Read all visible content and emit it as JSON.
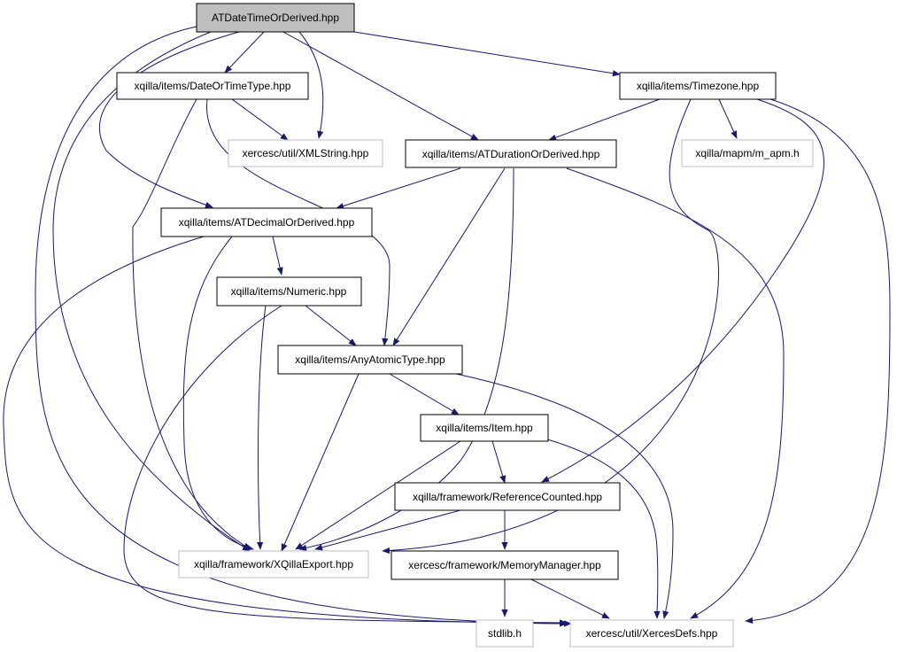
{
  "colors": {
    "edge": "#191970",
    "root_fill": "#bfbfbf",
    "linked_border": "#000000",
    "external_border": "#bfbfbf",
    "label": "#000000"
  },
  "nodes": {
    "root": {
      "label": "ATDateTimeOrDerived.hpp",
      "kind": "root"
    },
    "dateortime": {
      "label": "xqilla/items/DateOrTimeType.hpp",
      "kind": "linked"
    },
    "timezone": {
      "label": "xqilla/items/Timezone.hpp",
      "kind": "linked"
    },
    "xmlstring": {
      "label": "xercesc/util/XMLString.hpp",
      "kind": "external"
    },
    "atduration": {
      "label": "xqilla/items/ATDurationOrDerived.hpp",
      "kind": "linked"
    },
    "mapm": {
      "label": "xqilla/mapm/m_apm.h",
      "kind": "external"
    },
    "atdecimal": {
      "label": "xqilla/items/ATDecimalOrDerived.hpp",
      "kind": "linked"
    },
    "numeric": {
      "label": "xqilla/items/Numeric.hpp",
      "kind": "linked"
    },
    "anyatomic": {
      "label": "xqilla/items/AnyAtomicType.hpp",
      "kind": "linked"
    },
    "item": {
      "label": "xqilla/items/Item.hpp",
      "kind": "linked"
    },
    "refcounted": {
      "label": "xqilla/framework/ReferenceCounted.hpp",
      "kind": "linked"
    },
    "xqexport": {
      "label": "xqilla/framework/XQillaExport.hpp",
      "kind": "external"
    },
    "memmgr": {
      "label": "xercesc/framework/MemoryManager.hpp",
      "kind": "linked"
    },
    "stdlib": {
      "label": "stdlib.h",
      "kind": "external"
    },
    "xercesdefs": {
      "label": "xercesc/util/XercesDefs.hpp",
      "kind": "external"
    }
  },
  "edges": [
    [
      "root",
      "dateortime"
    ],
    [
      "root",
      "xmlstring"
    ],
    [
      "root",
      "timezone"
    ],
    [
      "root",
      "atduration"
    ],
    [
      "root",
      "atdecimal"
    ],
    [
      "root",
      "xqexport"
    ],
    [
      "root",
      "xercesdefs"
    ],
    [
      "dateortime",
      "xmlstring"
    ],
    [
      "dateortime",
      "anyatomic"
    ],
    [
      "dateortime",
      "xqexport"
    ],
    [
      "timezone",
      "atduration"
    ],
    [
      "timezone",
      "mapm"
    ],
    [
      "timezone",
      "refcounted"
    ],
    [
      "timezone",
      "xercesdefs"
    ],
    [
      "timezone",
      "xqexport"
    ],
    [
      "atduration",
      "atdecimal"
    ],
    [
      "atduration",
      "anyatomic"
    ],
    [
      "atduration",
      "xqexport"
    ],
    [
      "atduration",
      "xercesdefs"
    ],
    [
      "atdecimal",
      "numeric"
    ],
    [
      "atdecimal",
      "xqexport"
    ],
    [
      "atdecimal",
      "xercesdefs"
    ],
    [
      "numeric",
      "anyatomic"
    ],
    [
      "numeric",
      "xqexport"
    ],
    [
      "numeric",
      "xercesdefs"
    ],
    [
      "anyatomic",
      "item"
    ],
    [
      "anyatomic",
      "xqexport"
    ],
    [
      "anyatomic",
      "xercesdefs"
    ],
    [
      "item",
      "refcounted"
    ],
    [
      "item",
      "xqexport"
    ],
    [
      "item",
      "xercesdefs"
    ],
    [
      "refcounted",
      "xqexport"
    ],
    [
      "refcounted",
      "memmgr"
    ],
    [
      "memmgr",
      "stdlib"
    ],
    [
      "memmgr",
      "xercesdefs"
    ]
  ]
}
